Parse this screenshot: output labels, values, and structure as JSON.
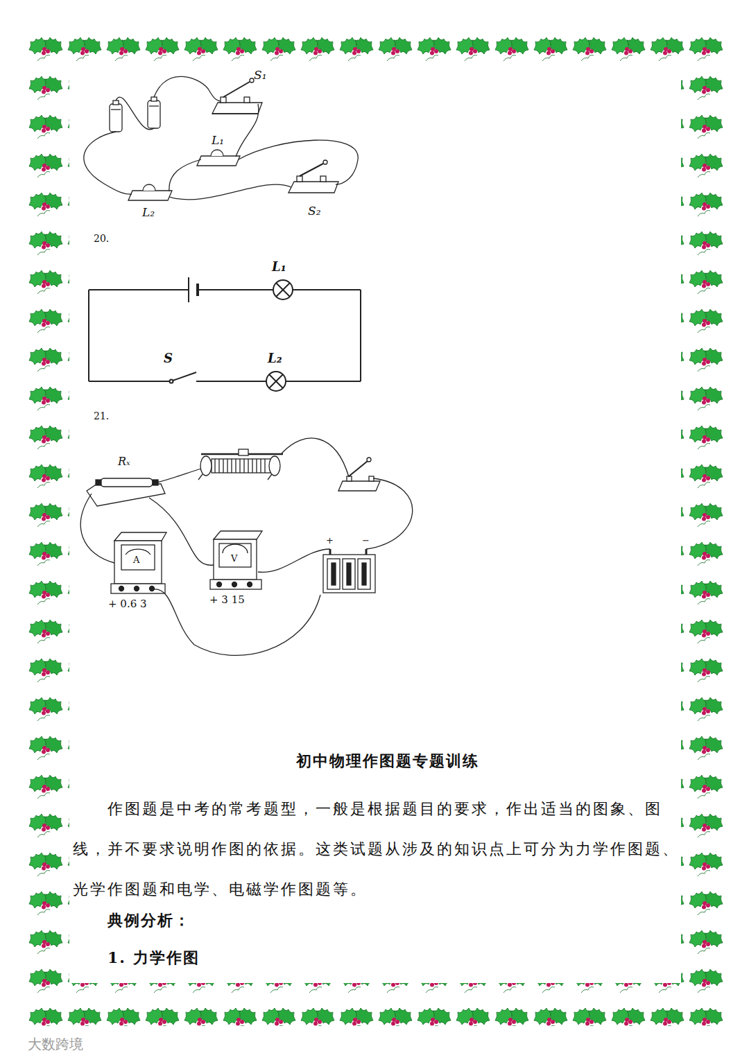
{
  "diagram": {
    "title": "初中物理作图题专题训练",
    "labels": [
      "S₁",
      "L₁",
      "L₂",
      "S₂",
      "20.",
      "L₁",
      "S",
      "L₂",
      "21.",
      "Rₓ",
      "A",
      "+ 0.6 3",
      "V",
      "+ 3 15",
      "+",
      "−",
      "作图题是中考的常考题型，一般是根据题目的要求，作出适当的图象、图线，并不要求说明作图的依据。这类试题从涉及的知识点上可分为力学作图题、光学作图题和电学、电磁学作图题等。",
      "典例分析：",
      "1. 力学作图",
      "大数跨境"
    ]
  }
}
